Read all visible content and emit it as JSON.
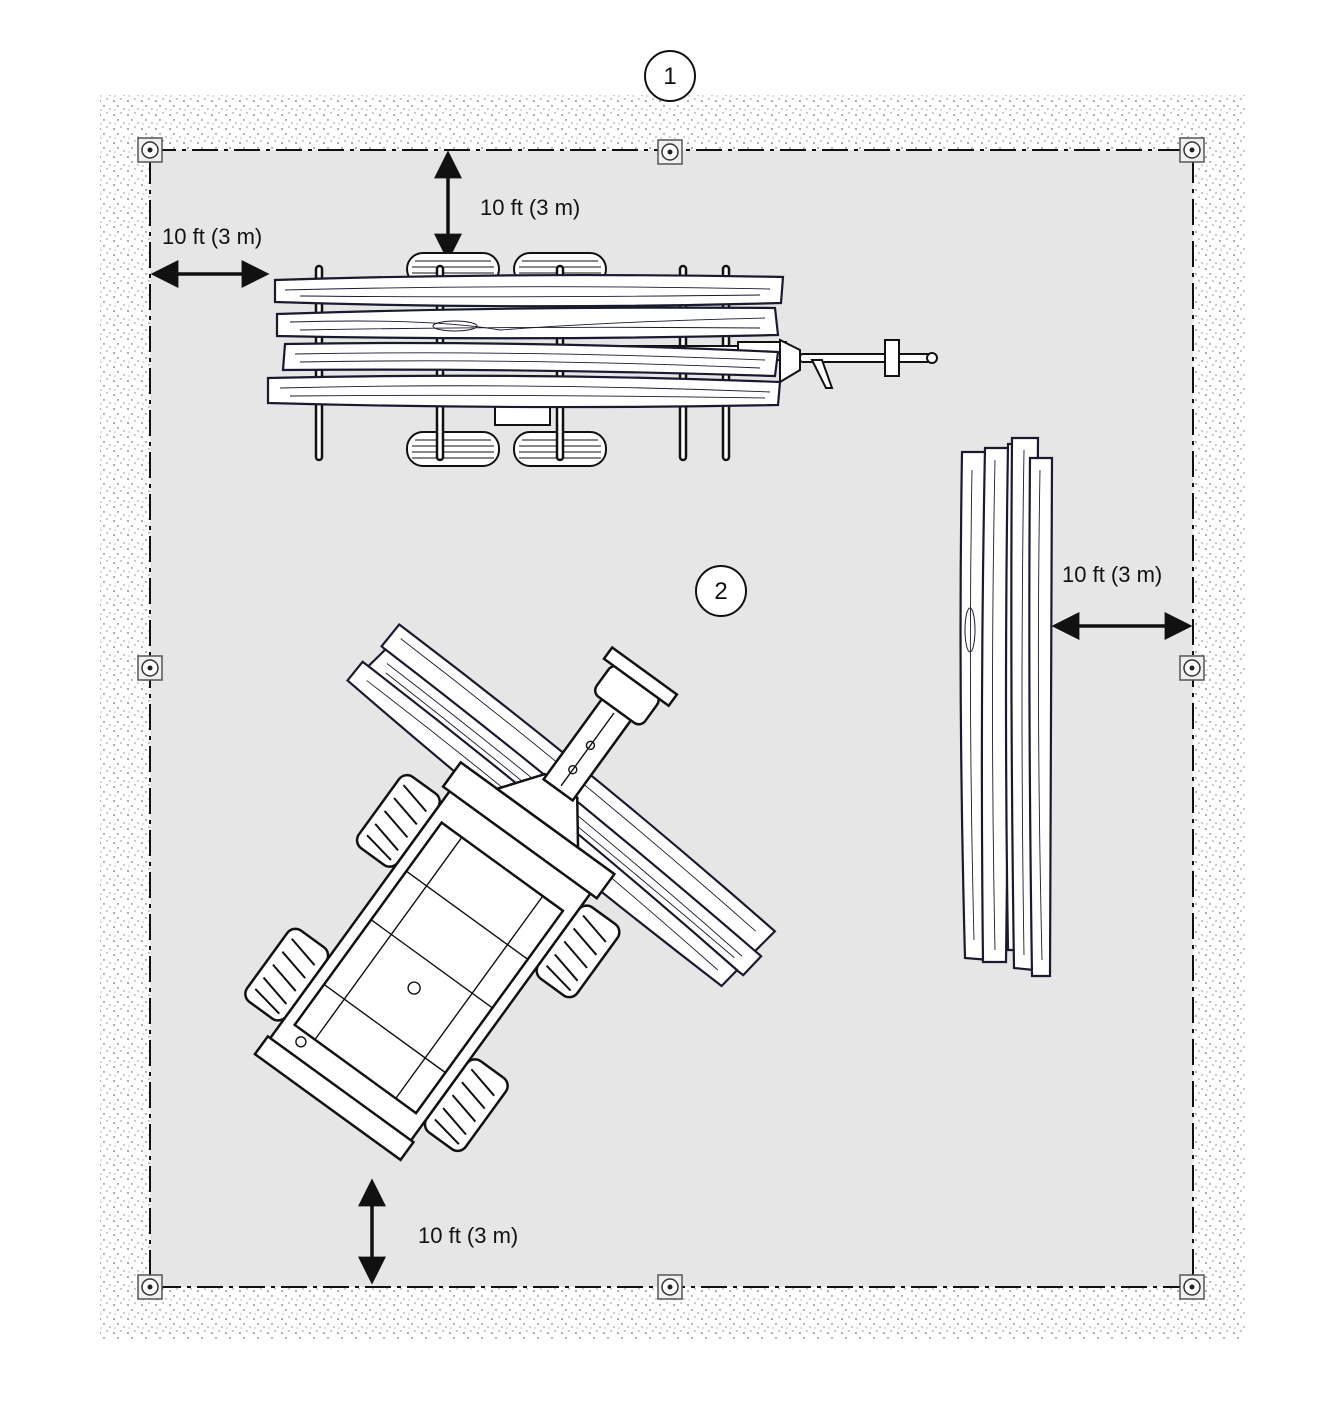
{
  "diagram": {
    "callouts": [
      "1",
      "2"
    ],
    "clearances": [
      {
        "id": "top",
        "label": "10 ft (3 m)"
      },
      {
        "id": "left",
        "label": "10 ft (3 m)"
      },
      {
        "id": "right",
        "label": "10 ft (3 m)"
      },
      {
        "id": "bottom",
        "label": "10 ft (3 m)"
      }
    ],
    "colors": {
      "work_area": "#e6e6e6",
      "line": "#111111",
      "wood_outline": "#1a1a2e"
    },
    "items": [
      "trailer-with-logs",
      "log-bundle-vertical",
      "log-bundle-diagonal",
      "loader-vehicle"
    ],
    "icons": [
      "anchor-stake-icon"
    ]
  }
}
